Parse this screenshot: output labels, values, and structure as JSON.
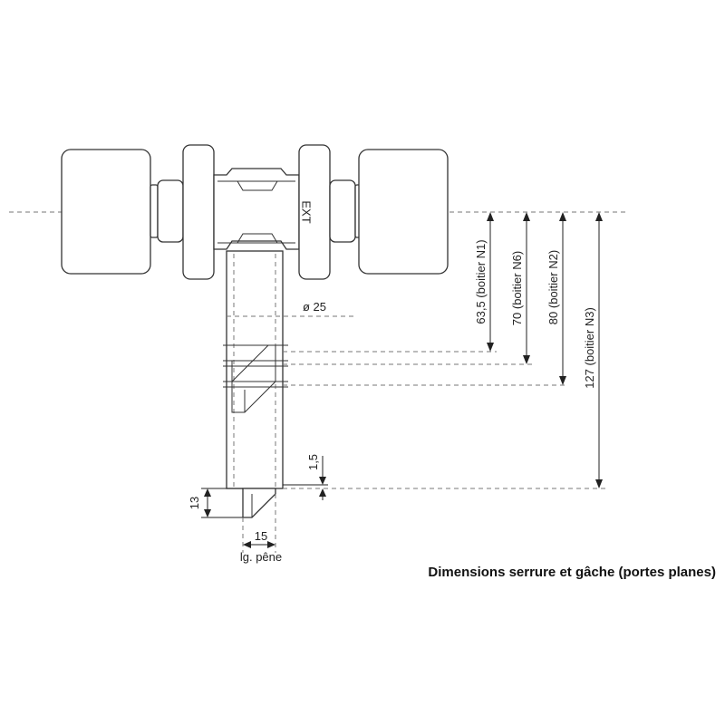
{
  "labels": {
    "ext": "EXT",
    "diameter": "ø 25",
    "n1": "63,5 (boitier N1)",
    "n6": "70 (boitier N6)",
    "n2": "80 (boitier N2)",
    "n3": "127 (boitier N3)",
    "offset": "1,5",
    "height": "13",
    "width": "15",
    "bolt_length": "lg. pêne"
  },
  "caption": "Dimensions serrure et gâche (portes planes)"
}
